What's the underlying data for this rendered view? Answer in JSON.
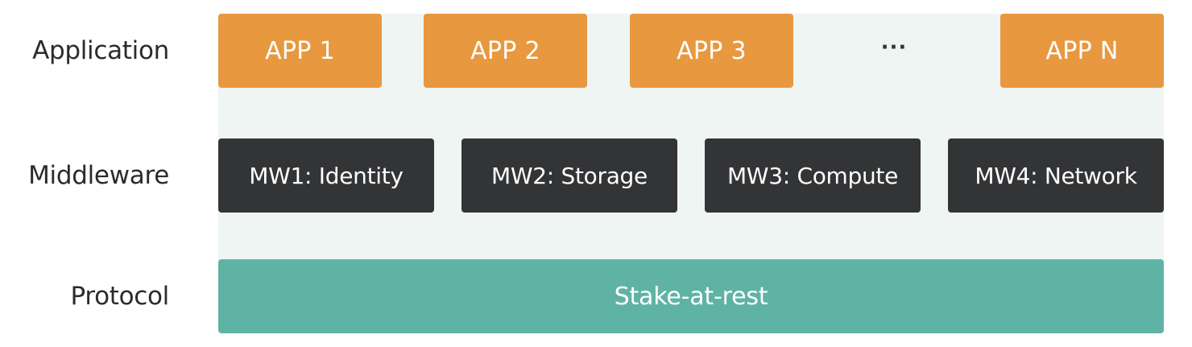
{
  "layers": {
    "application": {
      "label": "Application",
      "apps": [
        "APP 1",
        "APP 2",
        "APP 3",
        "APP N"
      ],
      "ellipsis": "···",
      "color": "#e8983f"
    },
    "middleware": {
      "label": "Middleware",
      "items": [
        "MW1: Identity",
        "MW2: Storage",
        "MW3: Compute",
        "MW4: Network"
      ],
      "color": "#333436"
    },
    "protocol": {
      "label": "Protocol",
      "name": "Stake-at-rest",
      "color": "#5fb3a5"
    }
  }
}
